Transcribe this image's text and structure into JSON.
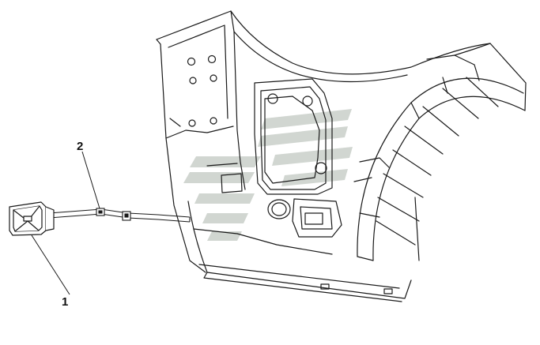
{
  "callouts": [
    {
      "label": "2",
      "part": "connector-clip"
    },
    {
      "label": "1",
      "part": "lamp-unit"
    }
  ],
  "colors": {
    "line": "#1a1a1a",
    "watermark": "#c9cfc9",
    "background": "#ffffff"
  }
}
